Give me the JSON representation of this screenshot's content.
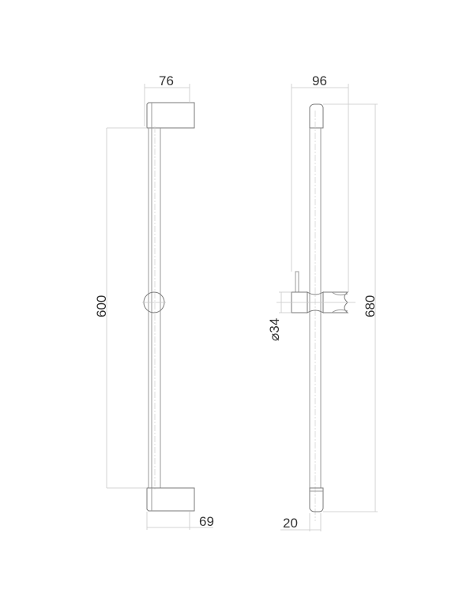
{
  "drawing": {
    "title": "Shower rail technical drawing",
    "units": "mm",
    "front_view": {
      "dimensions": {
        "top_bracket_width": "76",
        "rail_length": "600",
        "bottom_bracket_width": "69"
      }
    },
    "side_view": {
      "dimensions": {
        "total_depth": "96",
        "total_height": "680",
        "slider_diameter": "⌀34",
        "rail_diameter": "20"
      }
    }
  }
}
